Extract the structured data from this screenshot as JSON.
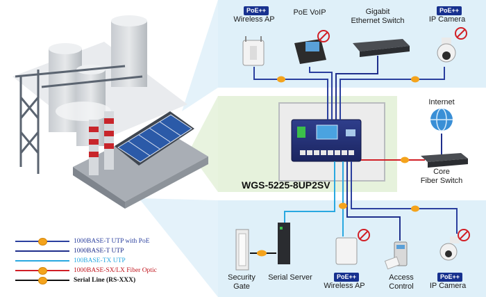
{
  "switch": {
    "model": "WGS-5225-8UP2SV"
  },
  "top_devices": [
    {
      "badge": "PoE++",
      "label_lines": [
        "Wireless AP"
      ]
    },
    {
      "badge": "",
      "label_lines": [
        "PoE VoIP"
      ]
    },
    {
      "badge": "",
      "label_lines": [
        "Gigabit",
        "Ethernet Switch"
      ]
    },
    {
      "badge": "PoE++",
      "label_lines": [
        "IP Camera"
      ]
    }
  ],
  "right_devices": [
    {
      "label_lines": [
        "Internet"
      ]
    },
    {
      "label_lines": [
        "Core",
        "Fiber Switch"
      ]
    }
  ],
  "bottom_devices": [
    {
      "badge": "",
      "label_lines": [
        "Security",
        "Gate"
      ]
    },
    {
      "badge": "",
      "label_lines": [
        "Serial Server"
      ]
    },
    {
      "badge": "PoE++",
      "label_lines": [
        "Wireless AP"
      ]
    },
    {
      "badge": "",
      "label_lines": [
        "Access",
        "Control"
      ]
    },
    {
      "badge": "PoE++",
      "label_lines": [
        "IP Camera"
      ]
    }
  ],
  "legend": [
    {
      "text": "1000BASE-T UTP with PoE",
      "color": "#2a3f9e",
      "dot": true,
      "text_color": "#2a3f9e"
    },
    {
      "text": "1000BASE-T UTP",
      "color": "#1f2f8c",
      "dot": false,
      "text_color": "#1f2f8c"
    },
    {
      "text": "100BASE-TX UTP",
      "color": "#29a8e0",
      "dot": false,
      "text_color": "#29a8e0"
    },
    {
      "text": "1000BASE-SX/LX Fiber Optic",
      "color": "#d11f26",
      "dot": true,
      "text_color": "#c0151d"
    },
    {
      "text": "Serial Line (RS-XXX)",
      "color": "#111111",
      "dot": true,
      "text_color": "#111111"
    }
  ],
  "colors": {
    "panel_blue": "#dff0f9",
    "panel_green": "#e6f2dc",
    "poe_line": "#2a3f9e",
    "utp_line": "#1f2f8c",
    "fast_line": "#29a8e0",
    "fiber_line": "#d11f26",
    "serial_line": "#111111",
    "poe_dot": "#f4a31c",
    "badge_bg": "#17318f"
  }
}
